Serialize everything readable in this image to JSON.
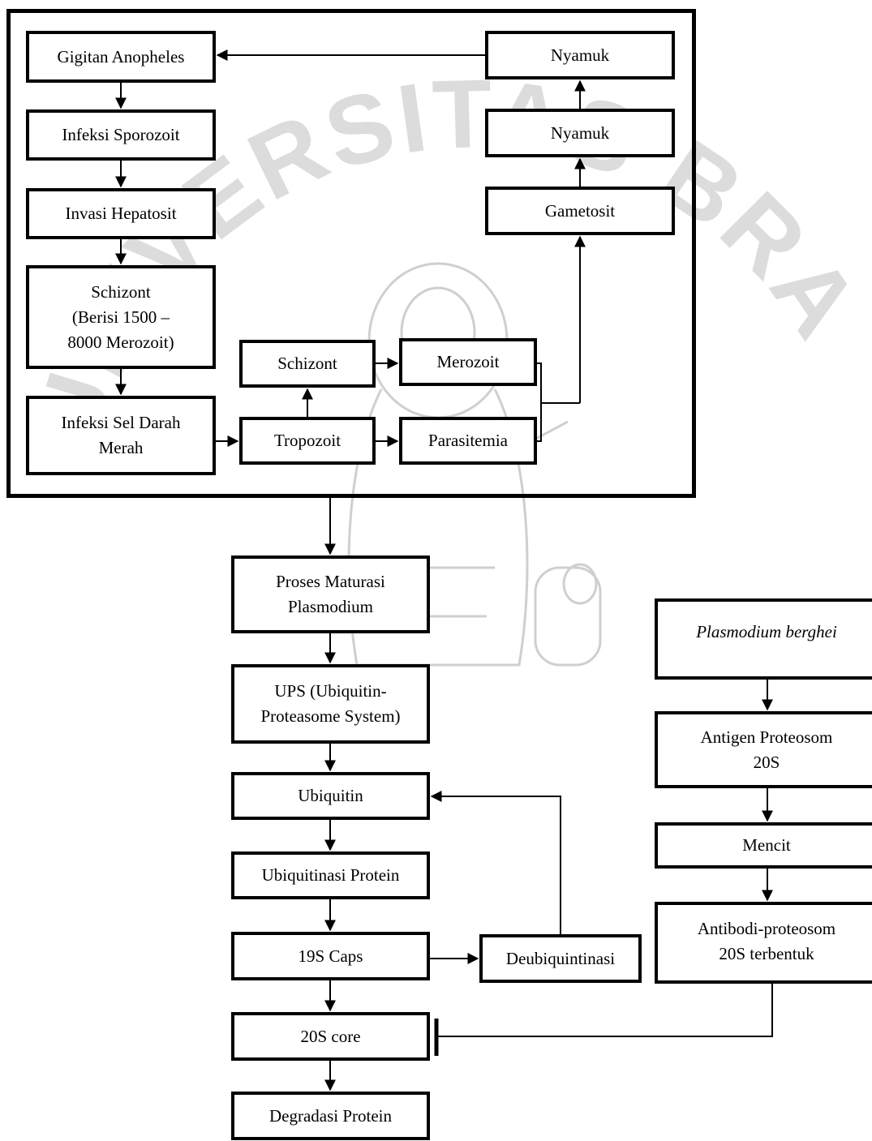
{
  "colors": {
    "background": "#ffffff",
    "ink": "#000000",
    "watermark": "#c8c8c8"
  },
  "watermark": {
    "text": "UNIVERSITAS BRAWIJAYA",
    "icon": "university-seal-icon"
  },
  "nodes": {
    "gigitan_anopheles": {
      "lines": [
        "Gigitan Anopheles"
      ]
    },
    "infeksi_sporozoit": {
      "lines": [
        "Infeksi Sporozoit"
      ]
    },
    "invasi_hepatosit": {
      "lines": [
        "Invasi Hepatosit"
      ]
    },
    "schizont_liver": {
      "lines": [
        "Schizont",
        "(Berisi 1500 –",
        "8000 Merozoit)"
      ]
    },
    "infeksi_sel_darah_merah": {
      "lines": [
        "Infeksi Sel Darah",
        "Merah"
      ]
    },
    "tropozoit": {
      "lines": [
        "Tropozoit"
      ]
    },
    "schizont_blood": {
      "lines": [
        "Schizont"
      ]
    },
    "merozoit": {
      "lines": [
        "Merozoit"
      ]
    },
    "parasitemia": {
      "lines": [
        "Parasitemia"
      ]
    },
    "gametosit": {
      "lines": [
        "Gametosit"
      ]
    },
    "nyamuk_lower": {
      "lines": [
        "Nyamuk"
      ]
    },
    "nyamuk_upper": {
      "lines": [
        "Nyamuk"
      ]
    },
    "proses_maturasi": {
      "lines": [
        "Proses Maturasi",
        "Plasmodium"
      ]
    },
    "ups": {
      "lines": [
        "UPS (Ubiquitin-",
        "Proteasome System)"
      ]
    },
    "ubiquitin": {
      "lines": [
        "Ubiquitin"
      ]
    },
    "ubiquitinasi_protein": {
      "lines": [
        "Ubiquitinasi Protein"
      ]
    },
    "caps_19s": {
      "lines": [
        "19S Caps"
      ]
    },
    "deubiquintinasi": {
      "lines": [
        "Deubiquintinasi"
      ]
    },
    "core_20s": {
      "lines": [
        "20S core"
      ]
    },
    "degradasi_protein": {
      "lines": [
        "Degradasi Protein"
      ]
    },
    "plasmodium_berghei": {
      "lines": [
        "Plasmodium berghei"
      ]
    },
    "antigen_proteosom": {
      "lines": [
        "Antigen Proteosom",
        "20S"
      ]
    },
    "mencit": {
      "lines": [
        "Mencit"
      ]
    },
    "antibodi_proteosom": {
      "lines": [
        "Antibodi-proteosom",
        "20S terbentuk"
      ]
    }
  }
}
